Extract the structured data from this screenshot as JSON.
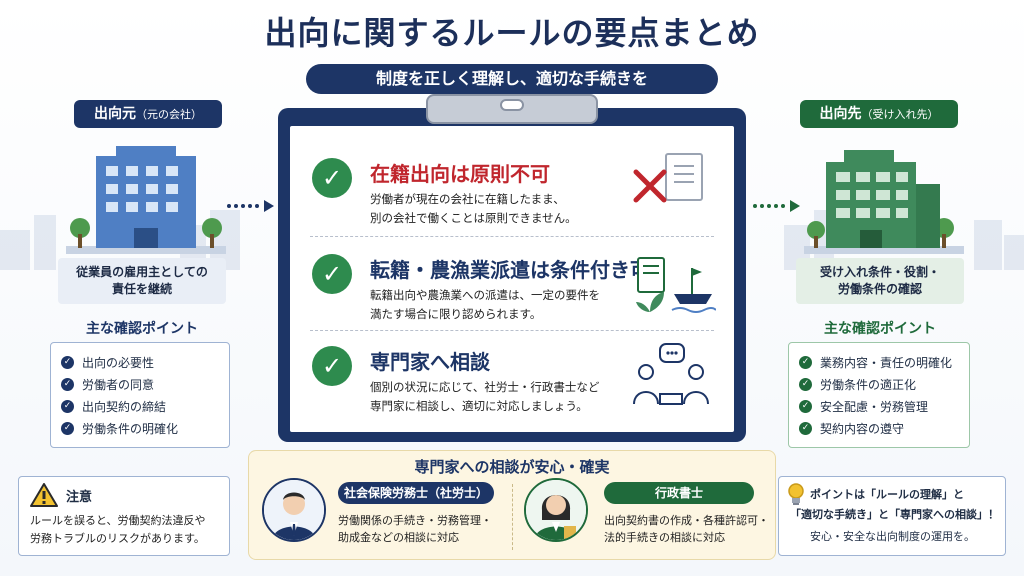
{
  "header": {
    "title": "出向に関するルールの要点まとめ",
    "subtitle": "制度を正しく理解し、適切な手続きを"
  },
  "source_side": {
    "tag": "出向元",
    "tag_note": "（元の会社）",
    "info_line1": "従業員の雇用主としての",
    "info_line2": "責任を継続",
    "points_title": "主な確認ポイント",
    "points": [
      "出向の必要性",
      "労働者の同意",
      "出向契約の締結",
      "労働条件の明確化"
    ]
  },
  "destination_side": {
    "tag": "出向先",
    "tag_note": "（受け入れ先）",
    "info_line1": "受け入れ条件・役割・",
    "info_line2": "労働条件の確認",
    "points_title": "主な確認ポイント",
    "points": [
      "業務内容・責任の明確化",
      "労働条件の適正化",
      "安全配慮・労務管理",
      "契約内容の遵守"
    ]
  },
  "rules": [
    {
      "heading": "在籍出向は原則不可",
      "body_line1": "労働者が現在の会社に在籍したまま、",
      "body_line2": "別の会社で働くことは原則できません。"
    },
    {
      "heading": "転籍・農漁業派遣は条件付き可",
      "body_line1": "転籍出向や農漁業への派遣は、一定の要件を",
      "body_line2": "満たす場合に限り認められます。"
    },
    {
      "heading": "専門家へ相談",
      "body_line1": "個別の状況に応じて、社労士・行政書士など",
      "body_line2": "専門家に相談し、適切に対応しましょう。"
    }
  ],
  "experts": {
    "title": "専門家への相談が安心・確実",
    "items": [
      {
        "role": "社会保険労務士（社労士）",
        "desc_line1": "労働関係の手続き・労務管理・",
        "desc_line2": "助成金などの相談に対応"
      },
      {
        "role": "行政書士",
        "desc_line1": "出向契約書の作成・各種許認可・",
        "desc_line2": "法的手続きの相談に対応"
      }
    ]
  },
  "caution": {
    "title": "注意",
    "line1": "ルールを誤ると、労働契約法違反や",
    "line2": "労務トラブルのリスクがあります。"
  },
  "summary": {
    "line1": "ポイントは「ルールの理解」と",
    "line2": "「適切な手続き」と「専門家への相談」！",
    "line3": "安心・安全な出向制度の運用を。"
  },
  "colors": {
    "navy": "#1d3566",
    "green": "#1f6a3b",
    "red": "#c0262d",
    "check_green": "#2e8b4e"
  }
}
